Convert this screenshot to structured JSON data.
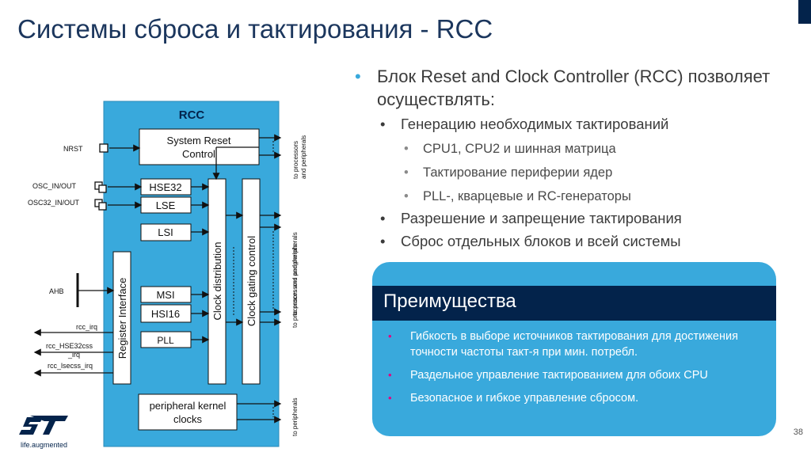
{
  "slide": {
    "title": "Системы сброса и тактирования - RCC",
    "page_number": "38"
  },
  "bullets": {
    "main": "Блок Reset and Clock Controller (RCC) позволяет осуществлять:",
    "sub1": "Генерацию необходимых тактирований",
    "sub1_items": [
      "CPU1, CPU2 и шинная матрица",
      "Тактирование периферии ядер",
      "PLL-, кварцевые и RC-генераторы"
    ],
    "sub2": "Разрешение и запрещение тактирования",
    "sub3": "Сброс отдельных блоков и всей системы"
  },
  "advantages": {
    "title": "Преимущества",
    "items": [
      "Гибкость в выборе источников тактирования для достижения точности частоты такт-я при мин. потребл.",
      "Раздельное управление тактированием для обоих CPU",
      "Безопасное и гибкое управление сбросом."
    ]
  },
  "diagram": {
    "title": "RCC",
    "system_reset": [
      "System Reset",
      "Control"
    ],
    "hse32": "HSE32",
    "lse": "LSE",
    "lsi": "LSI",
    "msi": "MSI",
    "hsi16": "HSI16",
    "pll": "PLL",
    "register_interface": "Register Interface",
    "clock_distribution": "Clock distribution",
    "clock_gating": "Clock gating control",
    "peripheral_kernel": [
      "peripheral kernel",
      "clocks"
    ],
    "nrst": "NRST",
    "osc_in_out": "OSC_IN/OUT",
    "osc32_in_out": "OSC32_IN/OUT",
    "ahb": "AHB",
    "rcc_irq": "rcc_irq",
    "rcc_hse32css": [
      "rcc_HSE32css",
      "_irq"
    ],
    "rcc_lsecss": "rcc_lsecss_irq",
    "out_reset": [
      "to processors",
      "and peripherals"
    ],
    "out_mid": "to processors and peripherals",
    "out_bottom": "to processors and peripherals",
    "out_periph": "to peripherals"
  },
  "logo": {
    "text": "life.augmented",
    "brand_color": "#03234b"
  },
  "colors": {
    "accent": "#39a9dc",
    "dark": "#03234b",
    "bullet_pink": "#e6007e"
  }
}
